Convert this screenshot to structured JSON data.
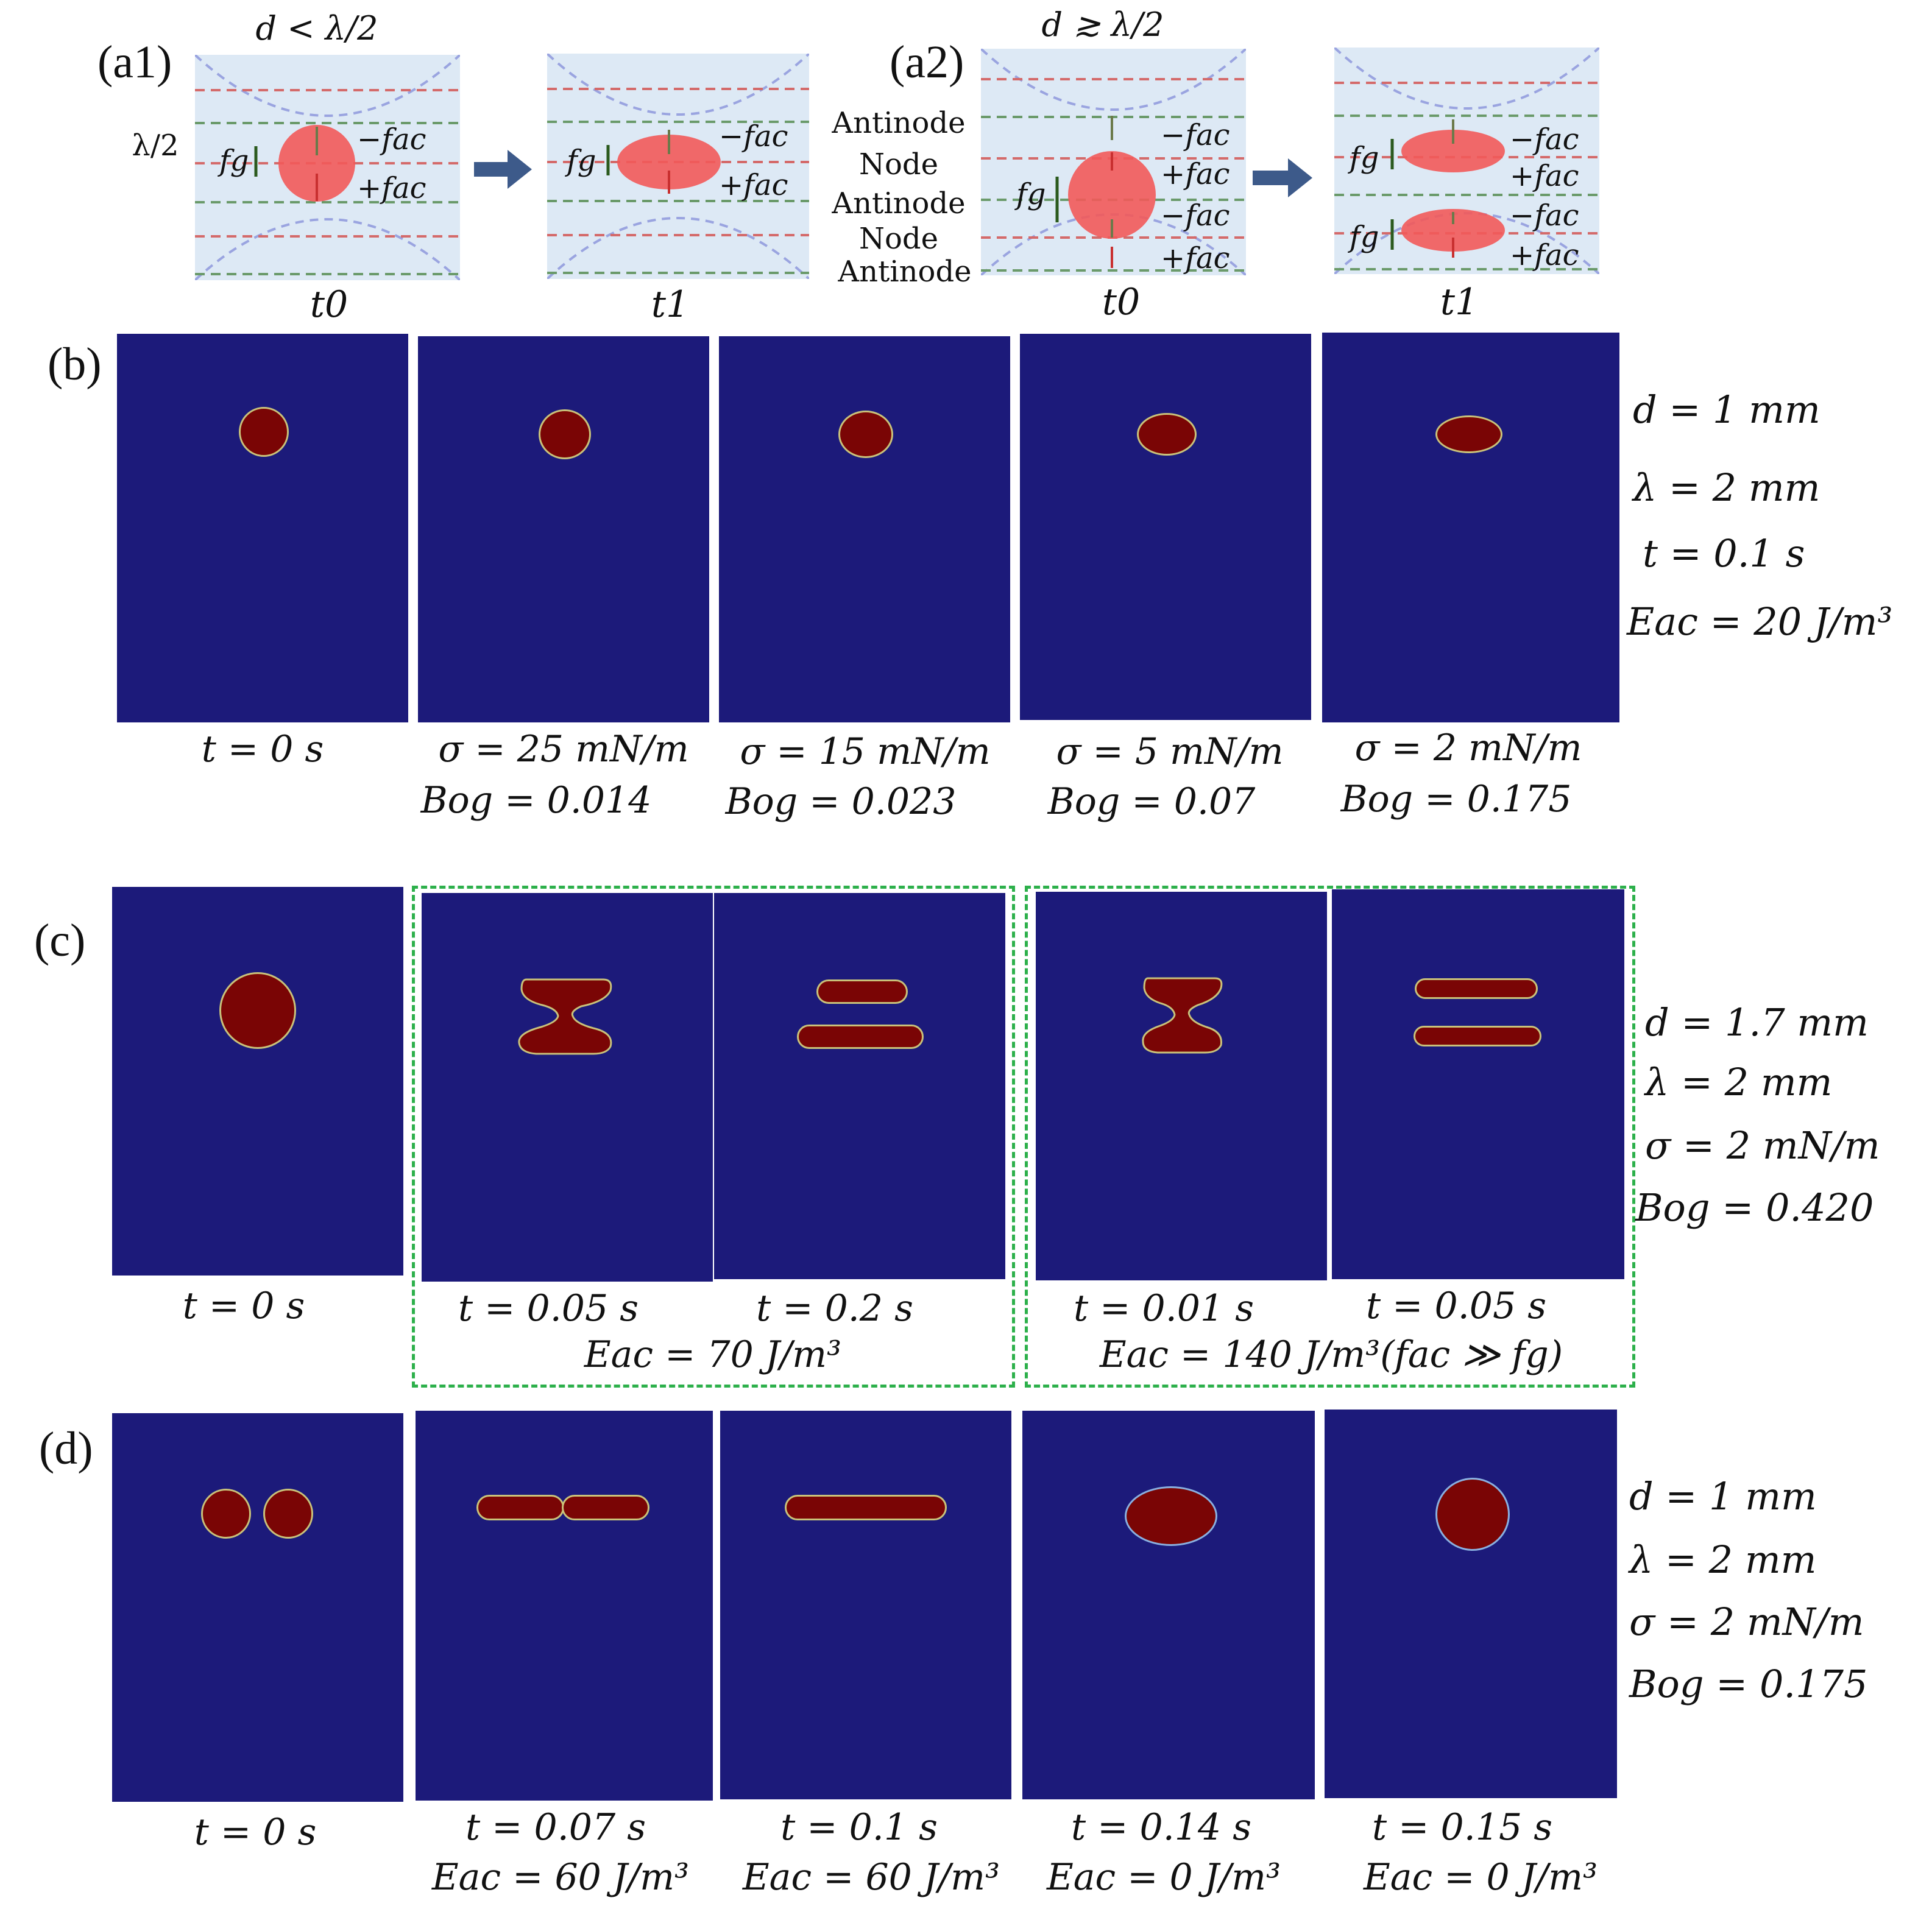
{
  "panel_a": {
    "a1": {
      "label": "(a1)",
      "condition": "d < λ/2",
      "time0": "t0",
      "time1": "t1",
      "lambda_half": "λ/2",
      "fg": "fg",
      "minus_fac": "−fac",
      "plus_fac": "+fac"
    },
    "a2": {
      "label": "(a2)",
      "condition": "d ≳ λ/2",
      "time0": "t0",
      "time1": "t1",
      "fg": "fg",
      "minus_fac": "−fac",
      "plus_fac": "+fac",
      "nodes": [
        "Antinode",
        "Node",
        "Antinode",
        "Node",
        "Antinode"
      ]
    }
  },
  "panel_b": {
    "label": "(b)",
    "captions": [
      {
        "line1": "t = 0 s",
        "line2": ""
      },
      {
        "line1": "σ = 25 mN/m",
        "line2": "Bog = 0.014"
      },
      {
        "line1": "σ = 15 mN/m",
        "line2": "Bog = 0.023"
      },
      {
        "line1": "σ = 5 mN/m",
        "line2": "Bog = 0.07"
      },
      {
        "line1": "σ = 2 mN/m",
        "line2": "Bog = 0.175"
      }
    ],
    "params": [
      "d = 1 mm",
      "λ = 2 mm",
      "t = 0.1 s",
      "Eac = 20 J/m³"
    ]
  },
  "panel_c": {
    "label": "(c)",
    "captions": [
      "t = 0 s",
      "t = 0.05 s",
      "t = 0.2 s",
      "t = 0.01 s",
      "t = 0.05 s"
    ],
    "group1": "Eac = 70 J/m³",
    "group2": "Eac = 140 J/m³(fac ≫ fg)",
    "params": [
      "d = 1.7 mm",
      "λ = 2 mm",
      "σ = 2 mN/m",
      "Bog = 0.420"
    ]
  },
  "panel_d": {
    "label": "(d)",
    "captions": [
      {
        "line1": "t = 0 s",
        "line2": ""
      },
      {
        "line1": "t = 0.07 s",
        "line2": "Eac = 60 J/m³"
      },
      {
        "line1": "t = 0.1 s",
        "line2": "Eac = 60 J/m³"
      },
      {
        "line1": "t = 0.14 s",
        "line2": "Eac = 0 J/m³"
      },
      {
        "line1": "t = 0.15 s",
        "line2": "Eac = 0 J/m³"
      }
    ],
    "params": [
      "d = 1 mm",
      "λ = 2 mm",
      "σ = 2 mN/m",
      "Bog = 0.175"
    ]
  },
  "colors": {
    "background_field": "#1c1a7a",
    "droplet": "#7a0505",
    "interface": "#c9c27a",
    "frame": "#2db04b"
  }
}
